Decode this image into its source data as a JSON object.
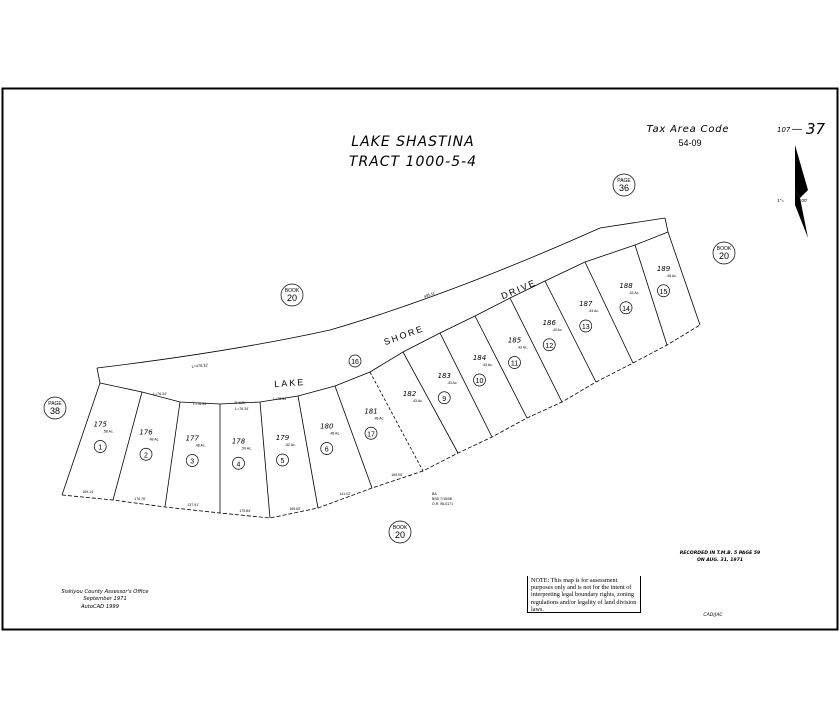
{
  "title": {
    "line1": "LAKE SHASTINA",
    "line2": "TRACT 1000-5-4"
  },
  "tax_area": {
    "label": "Tax Area Code",
    "code": "54-09"
  },
  "map_page": {
    "book": "107",
    "dash": "—",
    "page": "37"
  },
  "scale": {
    "left": "1\"=",
    "right": "100'"
  },
  "streets": [
    "LAKE",
    "SHORE",
    "DRIVE"
  ],
  "road_lot": "16",
  "references": [
    {
      "type": "PAGE",
      "num": "38"
    },
    {
      "type": "BOOK",
      "num": "20"
    },
    {
      "type": "PAGE",
      "num": "36"
    },
    {
      "type": "BOOK",
      "num": "20"
    },
    {
      "type": "BOOK",
      "num": "20"
    }
  ],
  "lots": [
    {
      "parcel": "175",
      "acres": ".58 Ac.",
      "lot": "1"
    },
    {
      "parcel": "176",
      "acres": ".48 Ac.",
      "lot": "2"
    },
    {
      "parcel": "177",
      "acres": ".48 Ac.",
      "lot": "3"
    },
    {
      "parcel": "178",
      "acres": ".50 Ac.",
      "lot": "4"
    },
    {
      "parcel": "179",
      "acres": ".52 Ac.",
      "lot": "5"
    },
    {
      "parcel": "180",
      "acres": ".48 Ac.",
      "lot": "6"
    },
    {
      "parcel": "181",
      "acres": ".48 Ac.",
      "lot": "17"
    },
    {
      "parcel": "182",
      "acres": ".43 Ac.",
      "lot": ""
    },
    {
      "parcel": "183",
      "acres": ".43 Ac.",
      "lot": "9"
    },
    {
      "parcel": "184",
      "acres": ".43 Ac.",
      "lot": "10"
    },
    {
      "parcel": "185",
      "acres": ".43 Ac.",
      "lot": "11"
    },
    {
      "parcel": "186",
      "acres": ".43 Ac.",
      "lot": "12"
    },
    {
      "parcel": "187",
      "acres": ".43 Ac.",
      "lot": "13"
    },
    {
      "parcel": "188",
      "acres": ".43 Ac.",
      "lot": "14"
    },
    {
      "parcel": "189",
      "acres": ".45 Ac.",
      "lot": "15"
    }
  ],
  "dimensions": {
    "road_north": "L=478.32'",
    "road_front": [
      "L=76.34'",
      "L=76.34'",
      "R=626'",
      "L=76.34'",
      "L=76.34'"
    ],
    "road_east": "495.11'",
    "back": [
      "169.14'",
      "176.76'",
      "137.91'",
      "179.84'",
      "169.60'",
      "141.02'",
      "169.05'"
    ]
  },
  "annotation": {
    "l1": "BA",
    "l2": "BSD 7/15/58",
    "l3": "O.R. 98-0171"
  },
  "assessor": {
    "l1": "Siskiyou County Assessor's Office",
    "l2": "September 1971",
    "l3": "AutoCAD      1999"
  },
  "recorded": {
    "l1": "RECORDED IN T.M.B. 5 PAGE 59",
    "l2": "ON AUG. 31, 1971"
  },
  "note": "NOTE: This map is for assessment purposes only and is not for the intent of interpreting legal boundary rights, zoning regulations and/or legality of land division laws.",
  "drafter": "CAD/JAC"
}
